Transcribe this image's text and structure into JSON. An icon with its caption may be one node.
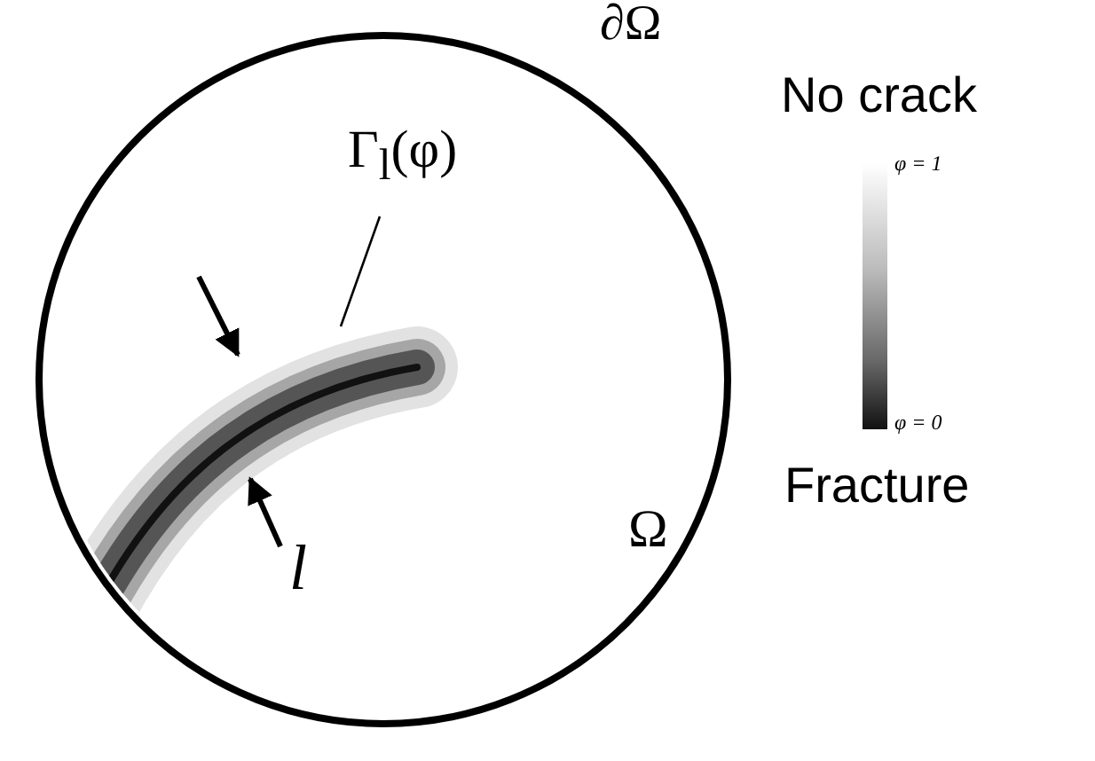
{
  "diagram": {
    "nodes": [
      {
        "text": [
          "Ω"
        ],
        "beside": [
          "∂Ω"
        ]
      },
      {
        "text": [
          "Γ$_{l}$(φ)"
        ],
        "in": 0
      },
      {
        "text": [],
        "shape": "picture",
        "in": 0
      }
    ],
    "edges": [
      {
        "from": 1,
        "to": 2,
        "arrow": "none"
      }
    ],
    "labels": [
      "No crack",
      "φ = 1",
      "φ = 0",
      "Fracture",
      "l"
    ]
  }
}
